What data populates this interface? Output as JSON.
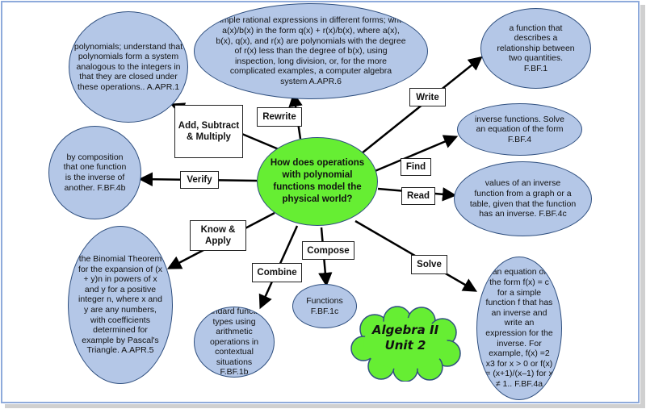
{
  "center": {
    "question": "How does operations with polynomial functions model the physical world?"
  },
  "badge": {
    "line1": "Algebra II",
    "line2": "Unit 2"
  },
  "verbs": {
    "add_subtract_multiply": "Add, Subtract & Multiply",
    "rewrite": "Rewrite",
    "write": "Write",
    "find": "Find",
    "read": "Read",
    "verify": "Verify",
    "know_apply": "Know & Apply",
    "compose": "Compose",
    "combine": "Combine",
    "solve": "Solve"
  },
  "standards": {
    "apr1": "polynomials; understand that polynomials form a system analogous to the integers in that they are closed under these operations.. A.APR.1",
    "apr6": "simple rational expressions in different forms; write a(x)/b(x) in the form q(x) + r(x)/b(x), where a(x), b(x), q(x), and r(x) are polynomials with the degree of r(x) less than the degree of b(x), using inspection, long division, or, for the more complicated examples, a computer algebra system A.APR.6",
    "bf1": "a function that describes a relationship between two quantities. F.BF.1",
    "bf4": "inverse functions. Solve an equation of the form F.BF.4",
    "bf4b": "by composition that one function is the inverse of another. F.BF.4b",
    "bf4c": "values of an inverse function from a graph or a table, given that the function has an inverse. F.BF.4c",
    "apr5": "the Binomial Theorem for the expansion of (x + y)n in powers of x and y for a positive integer n, where x and y are any numbers, with coefficients determined for example by Pascal's Triangle. A.APR.5",
    "bf1c": "Functions F.BF.1c",
    "bf1b": "standard function types using arithmetic operations in contextual situations F.BF.1b",
    "bf4a": "an equation of the form f(x) = c for a simple function f that has an inverse and write an expression for the inverse. For example, f(x) =2 x3 for x > 0 or f(x) = (x+1)/(x–1) for x ≠ 1.. F.BF.4a"
  },
  "colors": {
    "bubble_fill": "#b4c7e7",
    "bubble_stroke": "#2f4f7f",
    "center_fill": "#66ee33",
    "cloud_fill": "#66ee33",
    "frame": "#8eaadb"
  }
}
